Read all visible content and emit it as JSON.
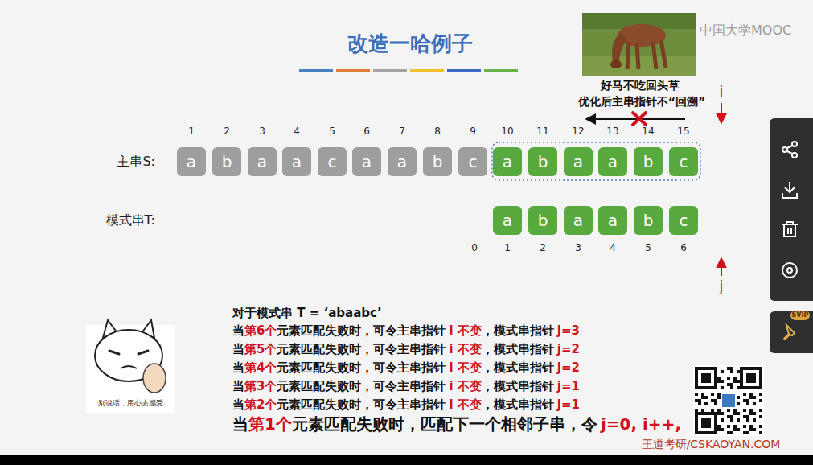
{
  "diagram": {
    "title": "改造一哈例子",
    "nodes": [
      {
        "text": [
          "a"
        ]
      },
      {
        "text": [
          "b"
        ]
      },
      {
        "text": [
          "a"
        ]
      },
      {
        "text": [
          "a"
        ]
      },
      {
        "text": [
          "c"
        ]
      },
      {
        "text": [
          "a"
        ]
      },
      {
        "text": [
          "a"
        ]
      },
      {
        "text": [
          "b"
        ]
      },
      {
        "text": [
          "c"
        ]
      },
      {
        "text": [
          "a"
        ]
      },
      {
        "text": [
          "b"
        ]
      },
      {
        "text": [
          "a"
        ]
      },
      {
        "text": [
          "a"
        ]
      },
      {
        "text": [
          "b"
        ]
      },
      {
        "text": [
          "c"
        ]
      },
      {
        "text": [
          "a"
        ]
      },
      {
        "text": [
          "b"
        ]
      },
      {
        "text": [
          "a"
        ]
      },
      {
        "text": [
          "a"
        ]
      },
      {
        "text": [
          "b"
        ]
      },
      {
        "text": [
          "c"
        ]
      }
    ],
    "labels": [
      "中国大学MOOC",
      "好马不吃回头草",
      "优化后主串指针不“回溯”",
      "i",
      "1",
      "2",
      "3",
      "4",
      "5",
      "6",
      "7",
      "8",
      "9",
      "10",
      "11",
      "12",
      "13",
      "14",
      "15",
      "主串S:",
      "模式串T:",
      "0",
      "1",
      "2",
      "3",
      "4",
      "5",
      "6",
      "j",
      "对于模式串 T = ‘abaabc’",
      "当",
      "第6个",
      "元素匹配失败时，可令主串指针",
      "i 不变",
      "，模式串指针",
      "j=3",
      "当",
      "第5个",
      "元素匹配失败时，可令主串指针",
      "i 不变",
      "，模式串指针",
      "j=2",
      "当",
      "第4个",
      "元素匹配失败时，可令主串指针",
      "i 不变",
      "，模式串指针",
      "j=2",
      "当",
      "第3个",
      "元素匹配失败时，可令主串指针",
      "i 不变",
      "，模式串指针",
      "j=1",
      "当",
      "第2个",
      "元素匹配失败时，可令主串指针",
      "i 不变",
      "，模式串指针",
      "j=1",
      "当",
      "第1个",
      "元素匹配失败时，匹配下一个相邻子串，令",
      "j=0, i++,",
      "别说话，用心去感受",
      "王道考研/CSKAOYAN.COM",
      "SVIP"
    ]
  }
}
